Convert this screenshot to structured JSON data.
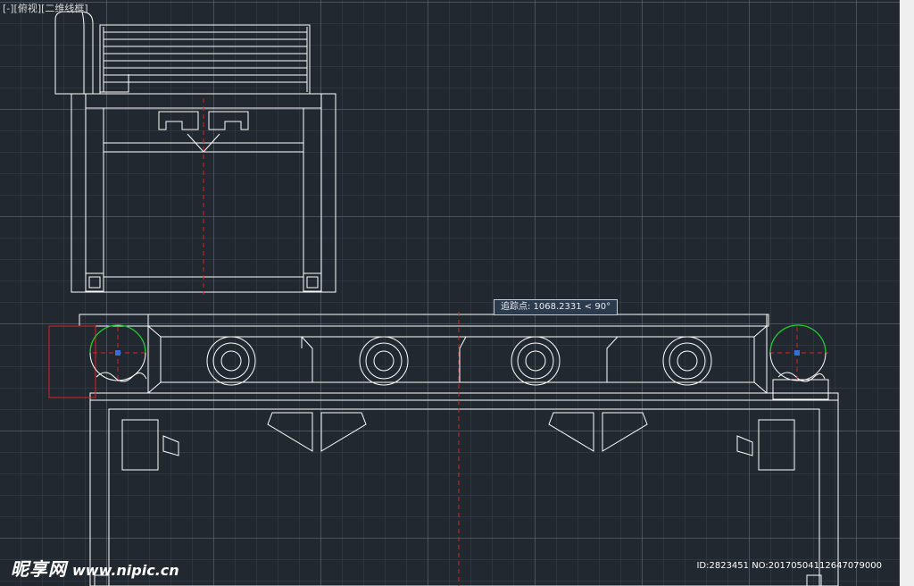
{
  "viewport": {
    "label": "[-][俯视][二维线框]"
  },
  "tracking_tooltip": {
    "text": "追踪点: 1068.2331 < 90°"
  },
  "watermark": {
    "brand": "昵享网",
    "url": "www.nipic.cn",
    "id": "ID:2823451 NO:20170504112647079000"
  },
  "colors": {
    "background": "#212830",
    "line": "#ffffff",
    "centerline": "#e02020",
    "selection_circle": "#22cc33",
    "tooltip_bg": "#2c3a4e"
  }
}
